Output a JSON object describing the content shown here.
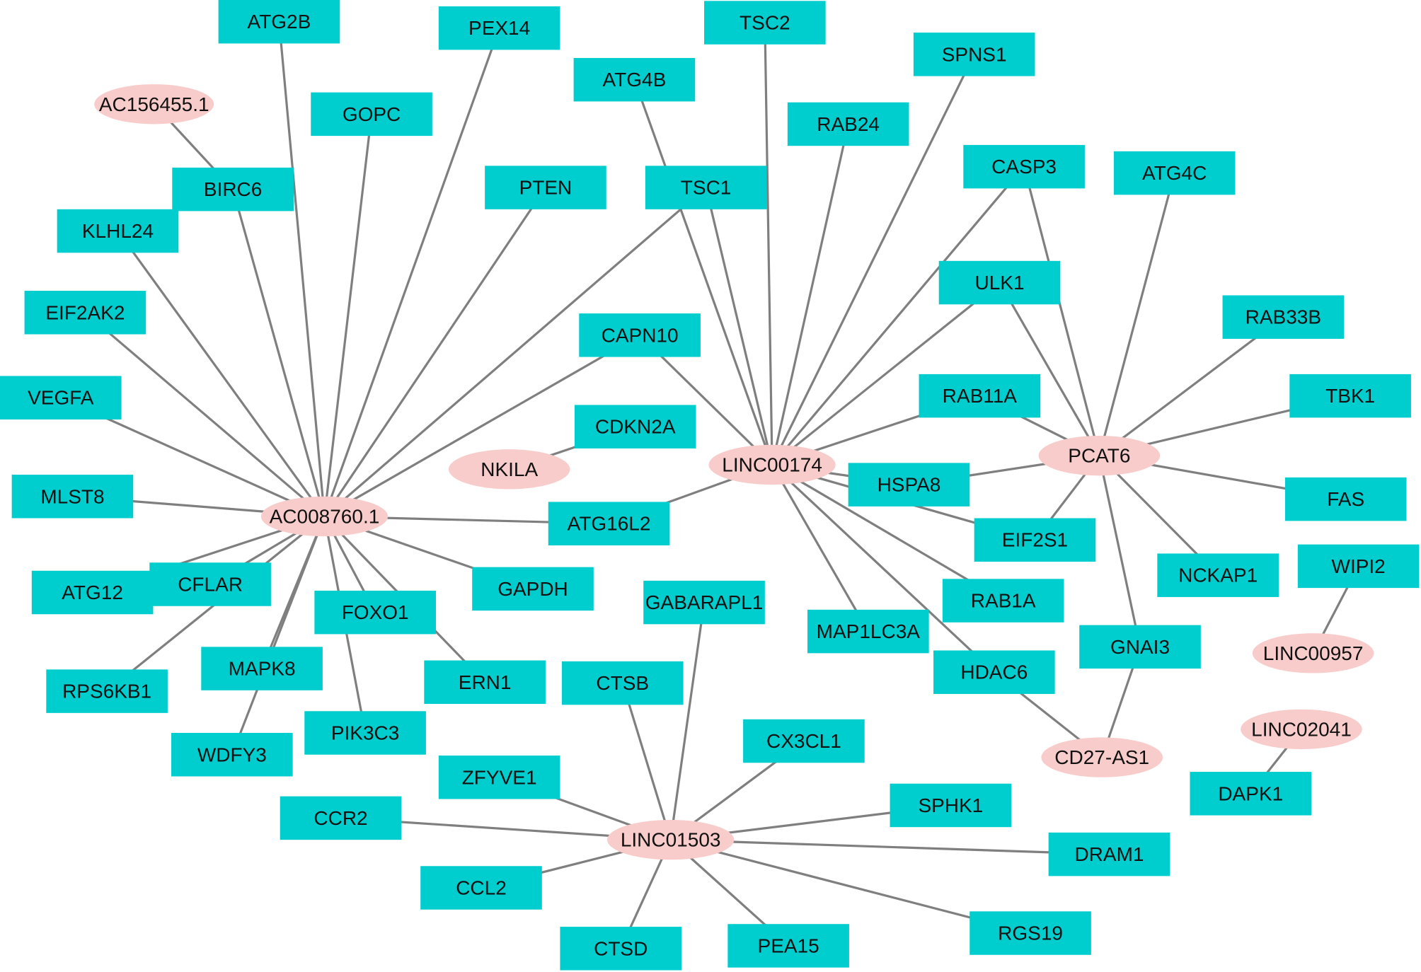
{
  "colors": {
    "gene_fill": "#00CDCD",
    "lnc_fill": "#F9CCCC",
    "edge": "#7F7F7F",
    "label": "#111111"
  },
  "nodes": [
    {
      "id": "ATG2B",
      "type": "gene"
    },
    {
      "id": "PEX14",
      "type": "gene"
    },
    {
      "id": "TSC2",
      "type": "gene"
    },
    {
      "id": "ATG4B",
      "type": "gene"
    },
    {
      "id": "SPNS1",
      "type": "gene"
    },
    {
      "id": "AC156455.1",
      "type": "lncRNA"
    },
    {
      "id": "GOPC",
      "type": "gene"
    },
    {
      "id": "RAB24",
      "type": "gene"
    },
    {
      "id": "CASP3",
      "type": "gene"
    },
    {
      "id": "ATG4C",
      "type": "gene"
    },
    {
      "id": "BIRC6",
      "type": "gene"
    },
    {
      "id": "PTEN",
      "type": "gene"
    },
    {
      "id": "TSC1",
      "type": "gene"
    },
    {
      "id": "KLHL24",
      "type": "gene"
    },
    {
      "id": "ULK1",
      "type": "gene"
    },
    {
      "id": "EIF2AK2",
      "type": "gene"
    },
    {
      "id": "RAB33B",
      "type": "gene"
    },
    {
      "id": "CAPN10",
      "type": "gene"
    },
    {
      "id": "VEGFA",
      "type": "gene"
    },
    {
      "id": "RAB11A",
      "type": "gene"
    },
    {
      "id": "TBK1",
      "type": "gene"
    },
    {
      "id": "CDKN2A",
      "type": "gene"
    },
    {
      "id": "PCAT6",
      "type": "lncRNA"
    },
    {
      "id": "NKILA",
      "type": "lncRNA"
    },
    {
      "id": "LINC00174",
      "type": "lncRNA"
    },
    {
      "id": "HSPA8",
      "type": "gene"
    },
    {
      "id": "FAS",
      "type": "gene"
    },
    {
      "id": "MLST8",
      "type": "gene"
    },
    {
      "id": "AC008760.1",
      "type": "lncRNA"
    },
    {
      "id": "ATG16L2",
      "type": "gene"
    },
    {
      "id": "EIF2S1",
      "type": "gene"
    },
    {
      "id": "WIPI2",
      "type": "gene"
    },
    {
      "id": "NCKAP1",
      "type": "gene"
    },
    {
      "id": "ATG12",
      "type": "gene"
    },
    {
      "id": "CFLAR",
      "type": "gene"
    },
    {
      "id": "GAPDH",
      "type": "gene"
    },
    {
      "id": "GABARAPL1",
      "type": "gene"
    },
    {
      "id": "FOXO1",
      "type": "gene"
    },
    {
      "id": "RAB1A",
      "type": "gene"
    },
    {
      "id": "MAP1LC3A",
      "type": "gene"
    },
    {
      "id": "LINC00957",
      "type": "lncRNA"
    },
    {
      "id": "GNAI3",
      "type": "gene"
    },
    {
      "id": "RPS6KB1",
      "type": "gene"
    },
    {
      "id": "MAPK8",
      "type": "gene"
    },
    {
      "id": "ERN1",
      "type": "gene"
    },
    {
      "id": "HDAC6",
      "type": "gene"
    },
    {
      "id": "CTSB",
      "type": "gene"
    },
    {
      "id": "PIK3C3",
      "type": "gene"
    },
    {
      "id": "LINC02041",
      "type": "lncRNA"
    },
    {
      "id": "WDFY3",
      "type": "gene"
    },
    {
      "id": "CX3CL1",
      "type": "gene"
    },
    {
      "id": "CD27-AS1",
      "type": "lncRNA"
    },
    {
      "id": "ZFYVE1",
      "type": "gene"
    },
    {
      "id": "DAPK1",
      "type": "gene"
    },
    {
      "id": "SPHK1",
      "type": "gene"
    },
    {
      "id": "CCR2",
      "type": "gene"
    },
    {
      "id": "LINC01503",
      "type": "lncRNA"
    },
    {
      "id": "DRAM1",
      "type": "gene"
    },
    {
      "id": "CCL2",
      "type": "gene"
    },
    {
      "id": "RGS19",
      "type": "gene"
    },
    {
      "id": "CTSD",
      "type": "gene"
    },
    {
      "id": "PEA15",
      "type": "gene"
    }
  ],
  "edges": [
    [
      "AC008760.1",
      "ATG2B"
    ],
    [
      "AC008760.1",
      "PEX14"
    ],
    [
      "AC008760.1",
      "GOPC"
    ],
    [
      "AC008760.1",
      "BIRC6"
    ],
    [
      "AC008760.1",
      "PTEN"
    ],
    [
      "AC008760.1",
      "TSC1"
    ],
    [
      "AC008760.1",
      "KLHL24"
    ],
    [
      "AC008760.1",
      "EIF2AK2"
    ],
    [
      "AC008760.1",
      "CAPN10"
    ],
    [
      "AC008760.1",
      "VEGFA"
    ],
    [
      "AC008760.1",
      "MLST8"
    ],
    [
      "AC008760.1",
      "ATG16L2"
    ],
    [
      "AC008760.1",
      "ATG12"
    ],
    [
      "AC008760.1",
      "CFLAR"
    ],
    [
      "AC008760.1",
      "GAPDH"
    ],
    [
      "AC008760.1",
      "FOXO1"
    ],
    [
      "AC008760.1",
      "ERN1"
    ],
    [
      "AC008760.1",
      "MAPK8"
    ],
    [
      "AC008760.1",
      "PIK3C3"
    ],
    [
      "AC008760.1",
      "WDFY3"
    ],
    [
      "AC008760.1",
      "RPS6KB1"
    ],
    [
      "AC156455.1",
      "BIRC6"
    ],
    [
      "NKILA",
      "CDKN2A"
    ],
    [
      "LINC00174",
      "TSC2"
    ],
    [
      "LINC00174",
      "ATG4B"
    ],
    [
      "LINC00174",
      "TSC1"
    ],
    [
      "LINC00174",
      "SPNS1"
    ],
    [
      "LINC00174",
      "RAB24"
    ],
    [
      "LINC00174",
      "CASP3"
    ],
    [
      "LINC00174",
      "ULK1"
    ],
    [
      "LINC00174",
      "CAPN10"
    ],
    [
      "LINC00174",
      "RAB11A"
    ],
    [
      "LINC00174",
      "HSPA8"
    ],
    [
      "LINC00174",
      "ATG16L2"
    ],
    [
      "LINC00174",
      "EIF2S1"
    ],
    [
      "LINC00174",
      "RAB1A"
    ],
    [
      "LINC00174",
      "MAP1LC3A"
    ],
    [
      "LINC00174",
      "HDAC6"
    ],
    [
      "PCAT6",
      "CASP3"
    ],
    [
      "PCAT6",
      "ATG4C"
    ],
    [
      "PCAT6",
      "ULK1"
    ],
    [
      "PCAT6",
      "RAB33B"
    ],
    [
      "PCAT6",
      "TBK1"
    ],
    [
      "PCAT6",
      "RAB11A"
    ],
    [
      "PCAT6",
      "HSPA8"
    ],
    [
      "PCAT6",
      "FAS"
    ],
    [
      "PCAT6",
      "EIF2S1"
    ],
    [
      "PCAT6",
      "NCKAP1"
    ],
    [
      "PCAT6",
      "GNAI3"
    ],
    [
      "LINC00957",
      "WIPI2"
    ],
    [
      "CD27-AS1",
      "GNAI3"
    ],
    [
      "CD27-AS1",
      "HDAC6"
    ],
    [
      "LINC02041",
      "DAPK1"
    ],
    [
      "LINC01503",
      "GABARAPL1"
    ],
    [
      "LINC01503",
      "CTSB"
    ],
    [
      "LINC01503",
      "CX3CL1"
    ],
    [
      "LINC01503",
      "ZFYVE1"
    ],
    [
      "LINC01503",
      "SPHK1"
    ],
    [
      "LINC01503",
      "CCR2"
    ],
    [
      "LINC01503",
      "DRAM1"
    ],
    [
      "LINC01503",
      "CCL2"
    ],
    [
      "LINC01503",
      "RGS19"
    ],
    [
      "LINC01503",
      "CTSD"
    ],
    [
      "LINC01503",
      "PEA15"
    ]
  ]
}
